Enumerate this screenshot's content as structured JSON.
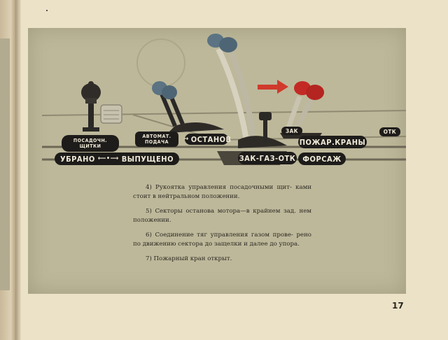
{
  "diagram": {
    "labels": {
      "posadochn_line1": "ПОСАДОЧН.",
      "posadochn_line2": "ЩИТКИ",
      "ubrano": "УБРАНО",
      "ubrano_arrows": "⟵•⟶",
      "vypushcheno": "ВЫПУЩЕНО",
      "avtomat_line1": "АВТОМАТ.",
      "avtomat_line2": "ПОДАЧА",
      "ostanov": "ОСТАНОВ",
      "avtomat_arrow": "→",
      "zak": "ЗАК",
      "pozhar_krany": "ПОЖАР.КРАНЫ",
      "otk": "ОТК",
      "zak_gaz_otk": "ЗАК-ГАЗ-ОТК",
      "forsazh": "ФОРСАЖ"
    },
    "colors": {
      "plate": "#bdb89a",
      "pill": "#1e1c1a",
      "knob_blue": "#5b7383",
      "knob_red": "#c42a25",
      "arrow_red": "#d03a2c"
    }
  },
  "text": {
    "items": [
      "4) Рукоятка управления посадочными щит- ками стоит в нейтральном положении.",
      "5) Секторы останова мотора—в крайнем зад. нем положении.",
      "6) Соединение тяг управления газом прове- рено по движению сектора до защелки и далее до упора.",
      "7) Пожарный кран открыт."
    ]
  },
  "page_number": "17"
}
